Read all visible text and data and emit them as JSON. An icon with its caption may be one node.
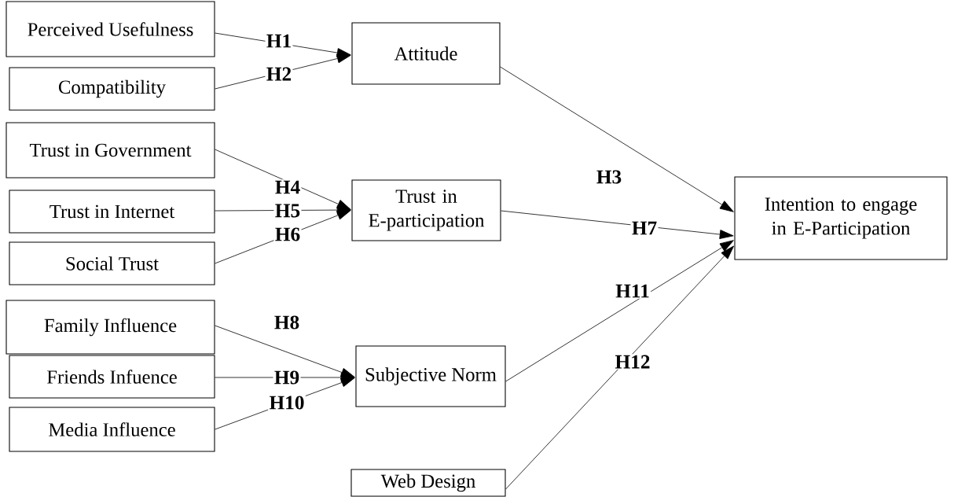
{
  "diagram": {
    "nodes": [
      {
        "text": [
          "Perceived Usefulness"
        ]
      },
      {
        "text": [
          "Compatibility"
        ]
      },
      {
        "text": [
          "Attitude"
        ]
      },
      {
        "text": [
          "Trust in Government"
        ]
      },
      {
        "text": [
          "Trust in Internet"
        ]
      },
      {
        "text": [
          "Social Trust"
        ]
      },
      {
        "text": [
          "Trust in E-participation"
        ]
      },
      {
        "text": [
          "Intention to engage in E-Participation"
        ]
      },
      {
        "text": [
          "Family Influence"
        ]
      },
      {
        "text": [
          "Friends Infuence"
        ]
      },
      {
        "text": [
          "Media Influence"
        ]
      },
      {
        "text": [
          "Subjective Norm"
        ]
      },
      {
        "text": [
          "Web Design"
        ]
      }
    ],
    "edges": [
      {
        "from": 0,
        "to": 2,
        "arrow": "to",
        "label": "H1"
      },
      {
        "from": 1,
        "to": 2,
        "arrow": "to",
        "label": "H2"
      },
      {
        "from": 2,
        "to": 7,
        "arrow": "to",
        "label": "H3"
      },
      {
        "from": 3,
        "to": 6,
        "arrow": "to",
        "label": "H4"
      },
      {
        "from": 4,
        "to": 6,
        "arrow": "to",
        "label": "H5"
      },
      {
        "from": 5,
        "to": 6,
        "arrow": "to",
        "label": "H6"
      },
      {
        "from": 6,
        "to": 7,
        "arrow": "to",
        "label": "H7"
      },
      {
        "from": 8,
        "to": 11,
        "arrow": "to",
        "label": "H8"
      },
      {
        "from": 9,
        "to": 11,
        "arrow": "to",
        "label": "H9"
      },
      {
        "from": 10,
        "to": 11,
        "arrow": "to",
        "label": "H10"
      },
      {
        "from": 11,
        "to": 7,
        "arrow": "to",
        "label": "H11"
      },
      {
        "from": 12,
        "to": 7,
        "arrow": "to",
        "label": "H12"
      }
    ]
  }
}
